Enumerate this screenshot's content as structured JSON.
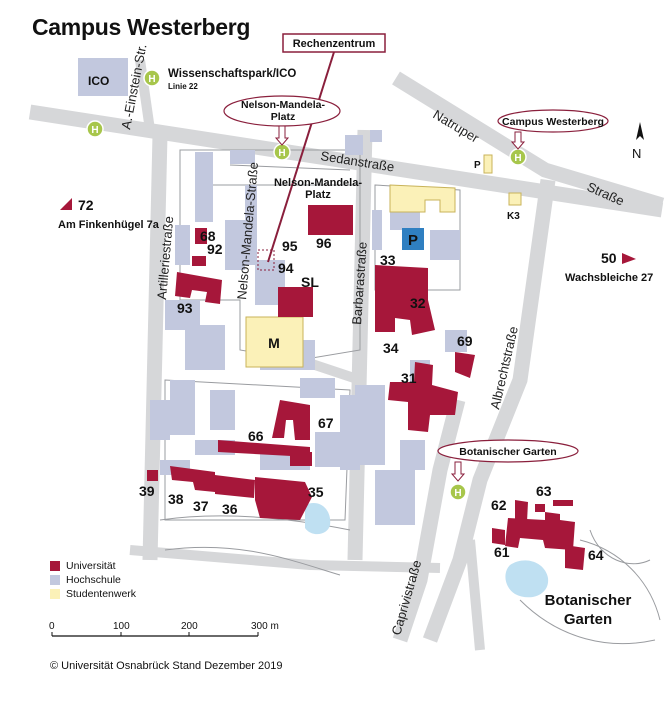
{
  "title": "Campus Westerberg",
  "colors": {
    "universitaet": "#a6173a",
    "hochschule": "#c2c8de",
    "studentenwerk": "#fbf1b8",
    "road": "#d6d7d9",
    "parking": "#2f7fc1",
    "bus": "#a7c64b",
    "callout": "#8a1f3c",
    "water": "#bfe0f2"
  },
  "callouts": {
    "rechenzentrum": "Rechenzentrum",
    "nelson": "Nelson-Mandela-\nPlatz",
    "campus_westerberg": "Campus Westerberg",
    "botanischer_garten": "Botanischer Garten"
  },
  "streets": {
    "einstein": "A.-Einstein-Str.",
    "sedan": "Sedanstraße",
    "natruper": "Natruper",
    "strasse": "Straße",
    "artillerie": "Artilleriestraße",
    "nelson": "Nelson-Mandela-Straße",
    "barbara": "Barbarastraße",
    "albrecht": "Albrechtstraße",
    "caprivi": "Caprivistraße"
  },
  "places": {
    "ico": "ICO",
    "wissenschaftspark": "Wissenschaftspark/ICO",
    "linie": "Linie 22",
    "nelson_platz_1": "Nelson-Mandela-",
    "nelson_platz_2": "Platz",
    "p_small": "P",
    "k3": "K3",
    "parking": "P",
    "m": "M",
    "sl": "SL",
    "botanischer_1": "Botanischer",
    "botanischer_2": "Garten",
    "ext_72": "72",
    "ext_72_addr": "Am Finkenhügel 7a",
    "ext_50": "50",
    "ext_50_addr": "Wachsbleiche 27",
    "north": "N"
  },
  "buildings": [
    "68",
    "92",
    "93",
    "95",
    "94",
    "96",
    "33",
    "32",
    "34",
    "69",
    "31",
    "67",
    "66",
    "39",
    "38",
    "37",
    "36",
    "35",
    "62",
    "63",
    "61",
    "64"
  ],
  "legend": {
    "items": [
      {
        "label": "Universität",
        "color": "#a6173a"
      },
      {
        "label": "Hochschule",
        "color": "#c2c8de"
      },
      {
        "label": "Studentenwerk",
        "color": "#fbf1b8"
      }
    ]
  },
  "scale": {
    "ticks": [
      "0",
      "100",
      "200",
      "300 m"
    ]
  },
  "copyright": "© Universität Osnabrück    Stand Dezember 2019"
}
